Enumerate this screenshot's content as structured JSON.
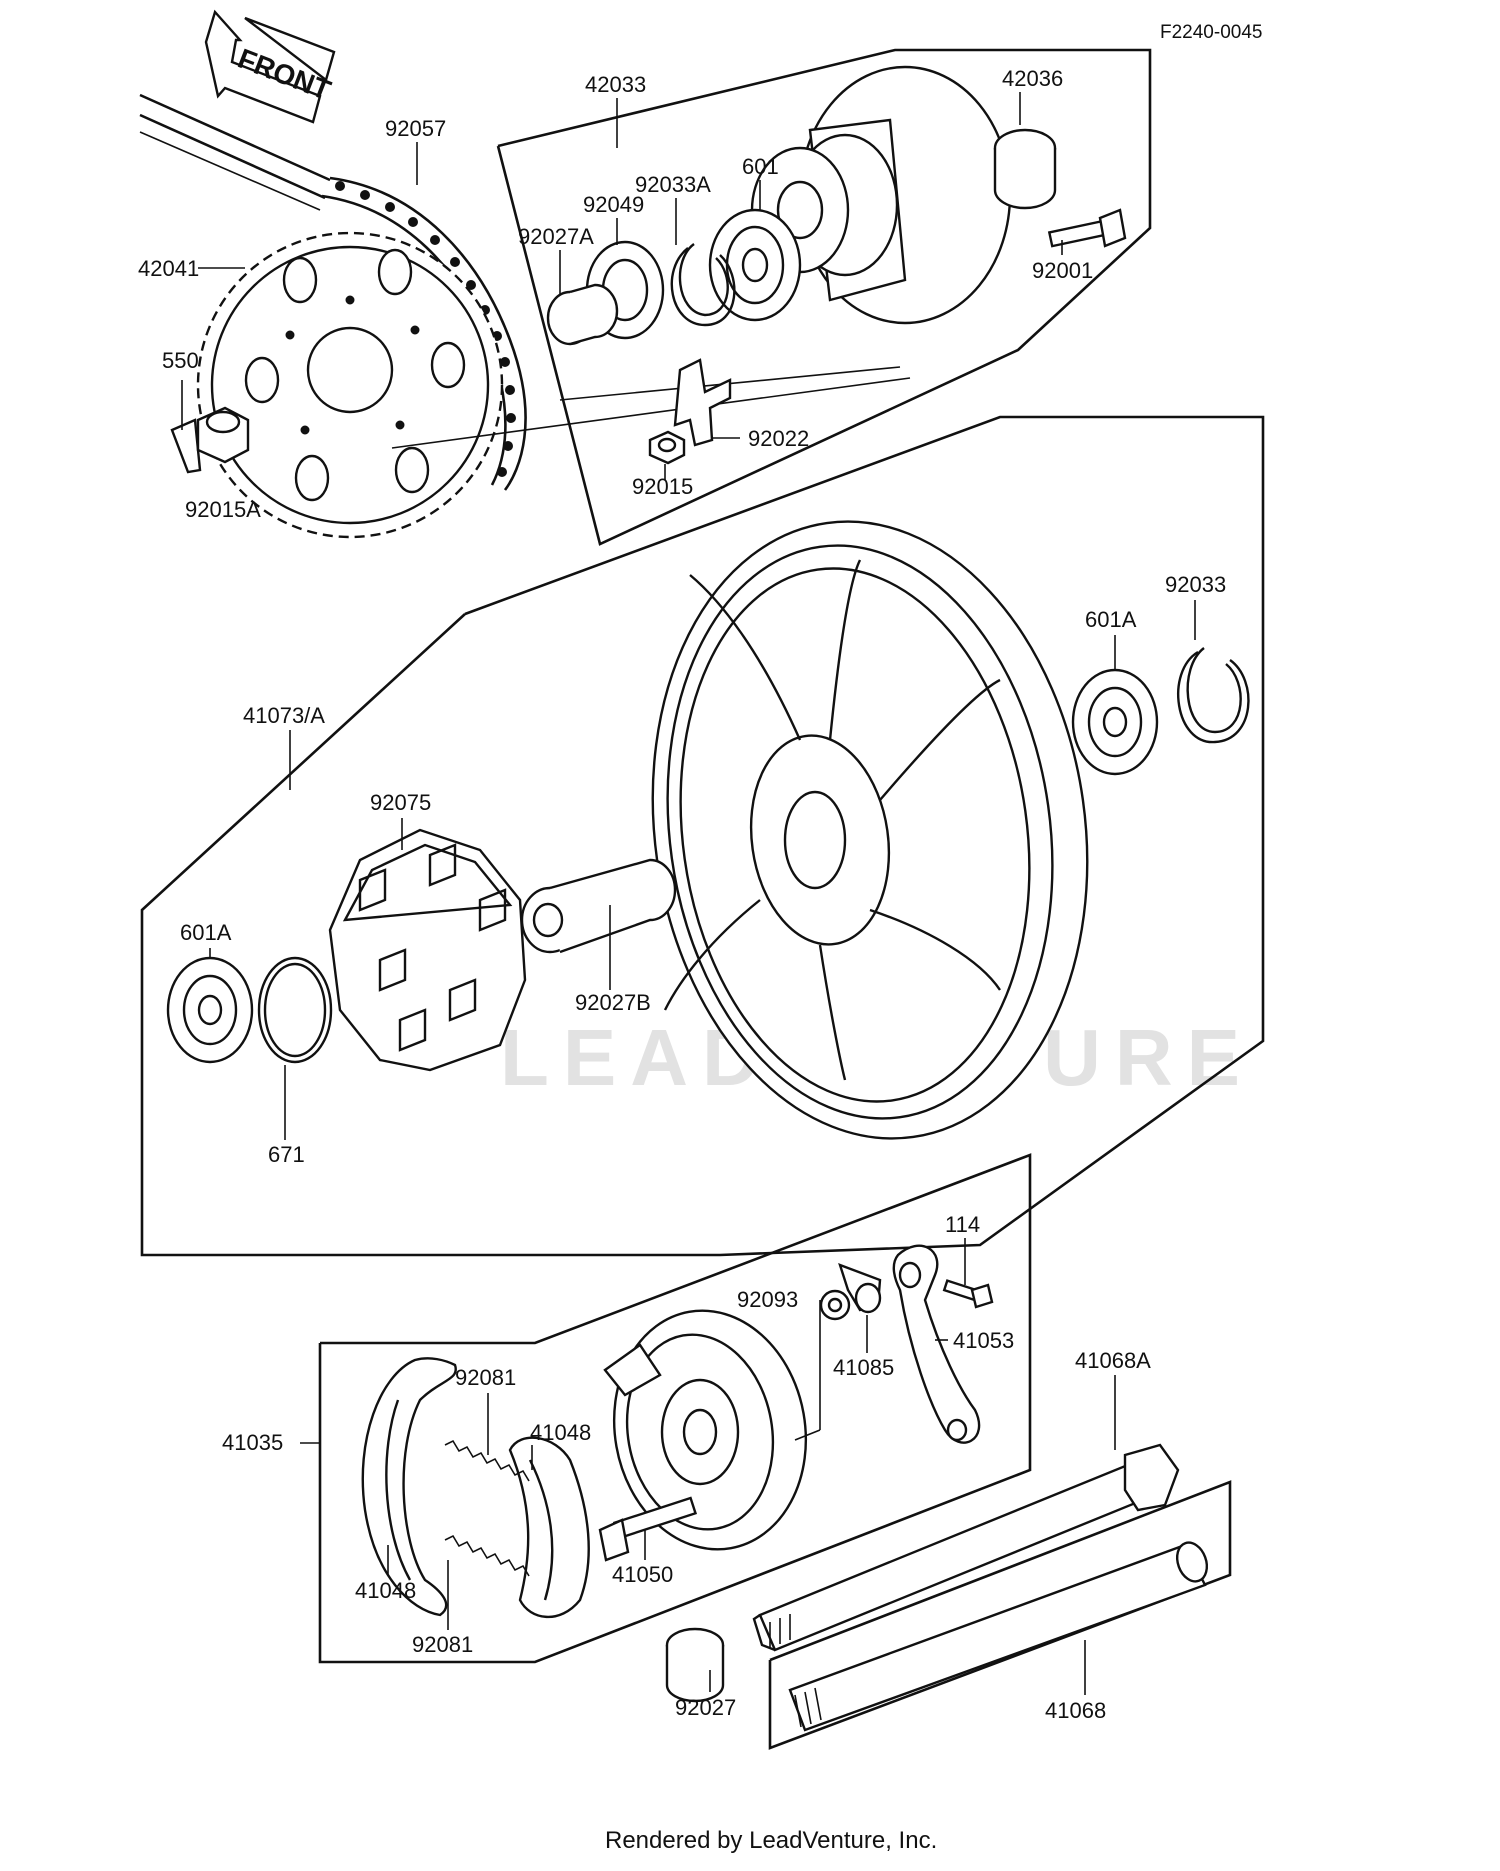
{
  "diagram": {
    "reference_code": "F2240-0045",
    "front_label": "FRONT",
    "watermark": "LEADVENTURE",
    "footer": "Rendered by LeadVenture, Inc.",
    "part_labels": [
      "42033",
      "42036",
      "92057",
      "92033A",
      "601",
      "92049",
      "92027A",
      "92001",
      "42041",
      "550",
      "92022",
      "92015A",
      "92015",
      "92033",
      "601A",
      "41073/A",
      "92075",
      "601A",
      "92027B",
      "671",
      "114",
      "92093",
      "41085",
      "41053",
      "41068A",
      "92081",
      "41048",
      "41035",
      "41050",
      "41048",
      "92081",
      "92027",
      "41068"
    ]
  }
}
